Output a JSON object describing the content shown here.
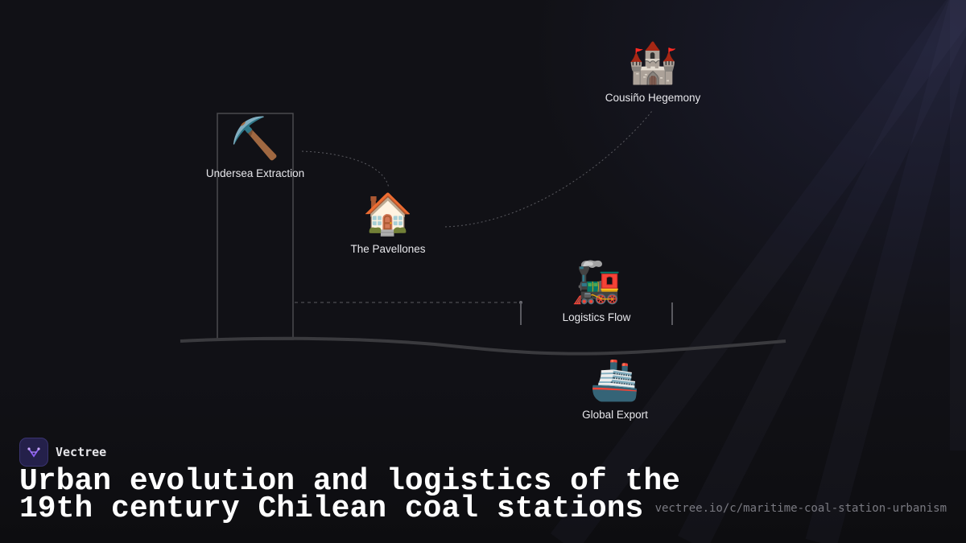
{
  "nodes": {
    "extraction": {
      "icon": "⛏️",
      "icon_name": "pickaxe-icon",
      "label": "Undersea Extraction"
    },
    "pavellones": {
      "icon": "🏠",
      "icon_name": "house-icon",
      "label": "The Pavellones"
    },
    "hegemony": {
      "icon": "🏰",
      "icon_name": "castle-icon",
      "label": "Cousiño Hegemony"
    },
    "logistics": {
      "icon": "🚂",
      "icon_name": "locomotive-icon",
      "label": "Logistics Flow"
    },
    "export": {
      "icon": "🚢",
      "icon_name": "ship-icon",
      "label": "Global Export"
    }
  },
  "brand": {
    "name": "Vectree",
    "logo_icon": "vectree-logo-icon"
  },
  "title": {
    "line1": "Urban evolution and logistics of the",
    "line2": "19th century Chilean coal stations"
  },
  "url": "vectree.io/c/maritime-coal-station-urbanism",
  "colors": {
    "background": "#111116",
    "accent": "#8a5cf0",
    "line": "#3a3a3e"
  }
}
